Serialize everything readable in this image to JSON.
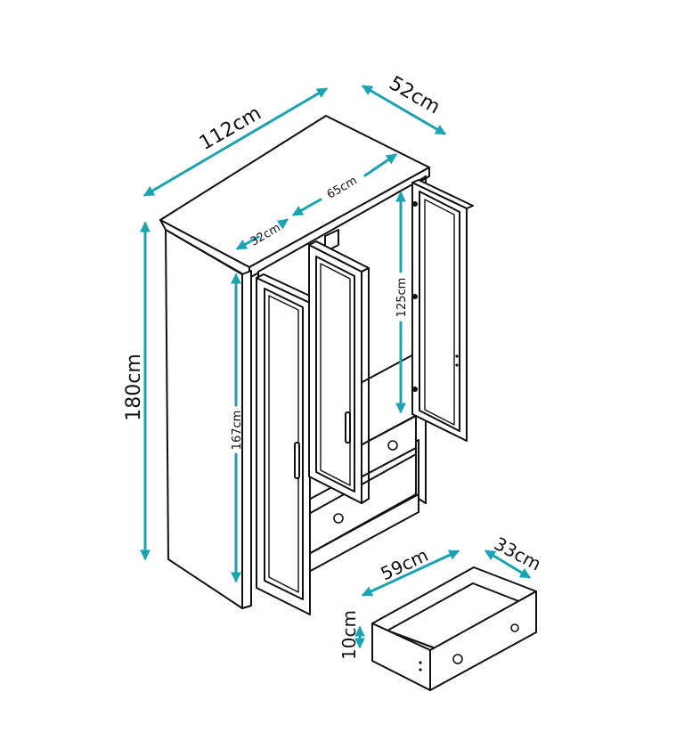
{
  "dimensions": {
    "width": "112cm",
    "depth": "52cm",
    "height": "180cm",
    "inner_left_width": "32cm",
    "inner_right_width": "65cm",
    "left_section_height": "167cm",
    "hanging_height": "125cm",
    "drawer_width": "59cm",
    "drawer_depth": "33cm",
    "drawer_height": "10cm"
  },
  "colors": {
    "dimension_line": "#1aa3b3",
    "outline": "#111111"
  }
}
